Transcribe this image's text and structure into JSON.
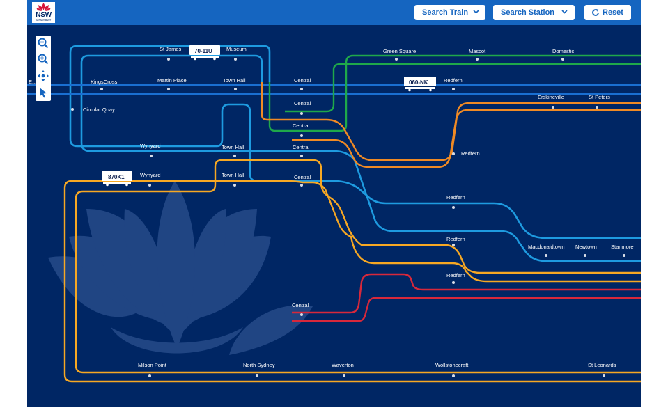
{
  "header": {
    "logo_text": "NSW",
    "logo_sub": "GOVERNMENT",
    "search_train_label": "Search Train",
    "search_station_label": "Search Station",
    "reset_label": "Reset"
  },
  "tools": [
    {
      "name": "zoom-out-icon"
    },
    {
      "name": "zoom-in-icon"
    },
    {
      "name": "pan-icon"
    },
    {
      "name": "select-pointer-icon"
    }
  ],
  "colors": {
    "background": "#002664",
    "topbar": "#1565c0",
    "line_light_blue": "#1e9be0",
    "line_blue": "#1a6fd1",
    "line_green": "#1fa84a",
    "line_orange": "#f08a24",
    "line_yellow": "#f7a823",
    "line_red": "#d7283b"
  },
  "stations": {
    "st_james": "St James",
    "museum": "Museum",
    "green_square": "Green Square",
    "mascot": "Mascot",
    "domestic": "Domestic",
    "kings_cross": "KingsCross",
    "martin_place": "Martin Place",
    "town_hall": "Town Hall",
    "central": "Central",
    "redfern": "Redfern",
    "erskineville": "Erskineville",
    "st_peters": "St Peters",
    "circular_quay": "Circular Quay",
    "wynyard": "Wynyard",
    "macdonaldtown": "Macdonaldtown",
    "newtown": "Newtown",
    "stanmore": "Stanmore",
    "milsons_point": "Milson Point",
    "north_sydney": "North Sydney",
    "waverton": "Waverton",
    "wollstonecraft": "Wollstonecraft",
    "st_leonards": "St Leonards",
    "edgecliff_partial": "E...f"
  },
  "trains": [
    {
      "id": "70-11U"
    },
    {
      "id": "060-NK"
    },
    {
      "id": "870K1"
    }
  ]
}
